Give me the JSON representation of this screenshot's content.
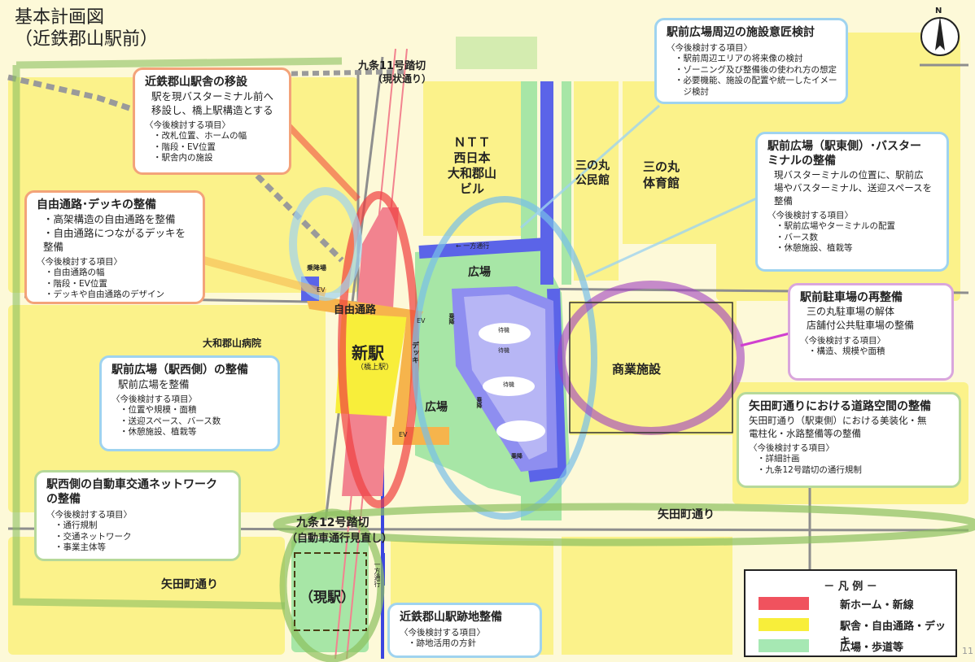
{
  "title": {
    "line1": "基本計画図",
    "line2": "（近鉄郡山駅前）"
  },
  "compass": {
    "label": "N"
  },
  "page_number": "11",
  "callouts": {
    "station_move": {
      "title": "近鉄郡山駅舎の移設",
      "desc": [
        "駅を現バスターミナル前へ",
        "移設し、橋上駅構造とする"
      ],
      "sub": "〈今後検討する項目〉",
      "items": [
        "・改札位置、ホームの幅",
        "・階段・EV位置",
        "・駅舎内の施設"
      ]
    },
    "free_passage": {
      "title": "自由通路･デッキの整備",
      "desc": [
        "・高架構造の自由通路を整備",
        "・自由通路につながるデッキを整備"
      ],
      "sub": "〈今後検討する項目〉",
      "items": [
        "・自由通路の幅",
        "・階段・EV位置",
        "・デッキや自由通路のデザイン"
      ]
    },
    "west_plaza": {
      "title": "駅前広場（駅西側）の整備",
      "desc": [
        "駅前広場を整備"
      ],
      "sub": "〈今後検討する項目〉",
      "items": [
        "・位置や規模・面積",
        "・送迎スペース、バース数",
        "・休憩施設、植栽等"
      ]
    },
    "west_network": {
      "title": "駅西側の自動車交通ネットワーク",
      "title2": "の整備",
      "sub": "〈今後検討する項目〉",
      "items": [
        "・通行規制",
        "・交通ネットワーク",
        "・事業主体等"
      ]
    },
    "design": {
      "title": "駅前広場周辺の施設意匠検討",
      "sub": "〈今後検討する項目〉",
      "items": [
        "・駅前周辺エリアの将来像の検討",
        "・ゾーニング及び整備後の使われ方の想定",
        "・必要機能、施設の配置や統一したイメー",
        "　ジ検討"
      ]
    },
    "east_plaza": {
      "title": "駅前広場（駅東側）･バスター",
      "title2": "ミナルの整備",
      "desc": [
        "現バスターミナルの位置に、駅前広",
        "場やバスターミナル、送迎スペースを",
        "整備"
      ],
      "sub": "〈今後検討する項目〉",
      "items": [
        "・駅前広場やターミナルの配置",
        "・バース数",
        "・休憩施設、植栽等"
      ]
    },
    "parking": {
      "title": "駅前駐車場の再整備",
      "desc": [
        "三の丸駐車場の解体",
        "店舗付公共駐車場の整備"
      ],
      "sub": "〈今後検討する項目〉",
      "items": [
        "・構造、規模や面積"
      ]
    },
    "yatacho": {
      "title": "矢田町通りにおける道路空間の整備",
      "desc": [
        "矢田町通り（駅東側）における美装化・無",
        "電柱化・水路整備等の整備"
      ],
      "sub": "〈今後検討する項目〉",
      "items": [
        "・詳細計画",
        "・九条12号踏切の通行規制"
      ]
    },
    "old_site": {
      "title": "近鉄郡山駅跡地整備",
      "sub": "〈今後検討する項目〉",
      "items": [
        "・跡地活用の方針"
      ]
    }
  },
  "labels": {
    "crossing11": "九条11号踏切",
    "crossing11_sub": "（現状通り）",
    "ntt": [
      "ＮＴＴ",
      "西日本",
      "大和郡山",
      "ビル"
    ],
    "sannomaru_kominkan": [
      "三の丸",
      "公民館"
    ],
    "sannomaru_gym": [
      "三の丸",
      "体育館"
    ],
    "oneway_top": "← 一方通行",
    "plaza_east": "広場",
    "plaza_south": "広場",
    "jiyu_tsuro": "自由通路",
    "new_station": "新駅",
    "new_station_sub": "（橋上駅）",
    "deck": "デッキ",
    "ev_left": "EV",
    "ev_right": "EV",
    "ev_bottom": "EV",
    "jouko_left": "乗降場",
    "hospital": "大和郡山病院",
    "commercial": "商業施設",
    "taiki": [
      "待機",
      "待機",
      "待機"
    ],
    "jouko_bus": [
      "乗降",
      "乗降",
      "乗降"
    ],
    "yatacho_east": "矢田町通り",
    "yatacho_west": "矢田町通り",
    "crossing12": "九条12号踏切",
    "crossing12_sub": "（自動車通行見直し）",
    "current_station": "（現駅）",
    "oneway_vertical": "一方通行"
  },
  "legend": {
    "title": "－ 凡 例 －",
    "items": [
      {
        "label": "新ホーム・新線",
        "color": "#f0525e"
      },
      {
        "label": "駅舎・自由通路・デッキ",
        "color": "#f8ee3a"
      },
      {
        "label": "広場・歩道等",
        "color": "#a6e8b3"
      }
    ]
  },
  "colors": {
    "background": "#fdf9d8",
    "block_yellow": "#fbf28a",
    "green": "#a7e6a6",
    "road_blue": "#5b64e8",
    "rail_red": "#f2838f",
    "station_yellow": "#f8ee3a",
    "deck_orange": "#f6b44c"
  }
}
